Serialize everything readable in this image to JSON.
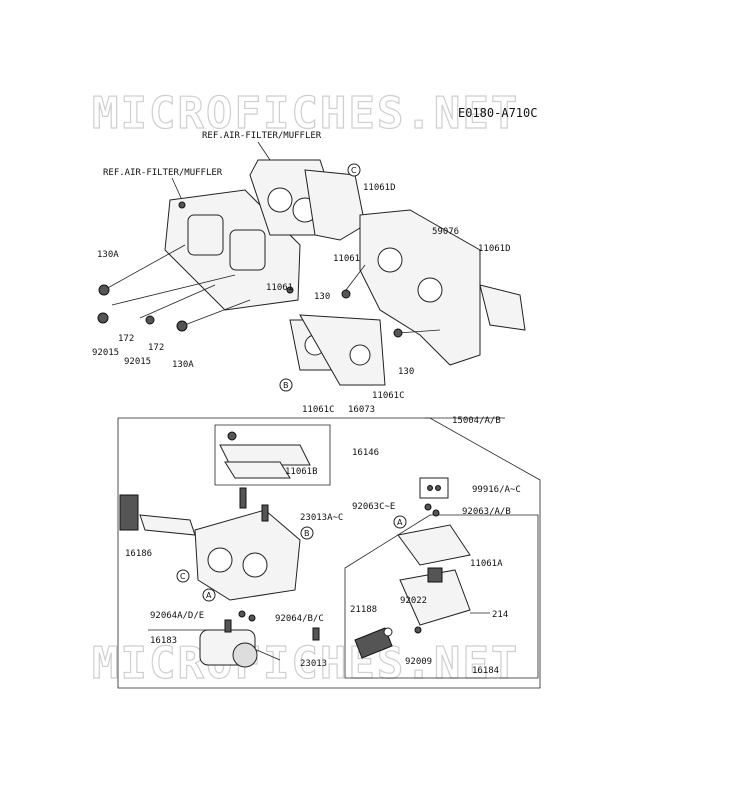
{
  "watermark": {
    "text": "MICROFICHES.NET"
  },
  "diagram_code": "E0180-A710C",
  "refs": {
    "ref1": "REF.AIR-FILTER/MUFFLER",
    "ref2": "REF.AIR-FILTER/MUFFLER"
  },
  "callouts": {
    "a": "A",
    "b": "B",
    "c": "C"
  },
  "labels": {
    "p11061d_1": "11061D",
    "p59076": "59076",
    "p11061d_2": "11061D",
    "p130a_1": "130A",
    "p11061_1": "11061",
    "p11061_2": "11061",
    "p130_1": "130",
    "p92015_1": "92015",
    "p172_1": "172",
    "p172_2": "172",
    "p92015_2": "92015",
    "p130a_2": "130A",
    "p130_2": "130",
    "p11061c_1": "11061C",
    "p16073": "16073",
    "p11061c_2": "11061C",
    "p15004": "15004/A/B",
    "p16146": "16146",
    "p11061b": "11061B",
    "p99916": "99916/A~C",
    "p92063c": "92063C~E",
    "p92063": "92063/A/B",
    "p23013ac": "23013A~C",
    "p16186": "16186",
    "p11061a": "11061A",
    "p92022": "92022",
    "p21188": "21188",
    "p92064ade": "92064A/D/E",
    "p92064bc": "92064/B/C",
    "p214": "214",
    "p16183": "16183",
    "p23013": "23013",
    "p92009": "92009",
    "p16184": "16184"
  }
}
